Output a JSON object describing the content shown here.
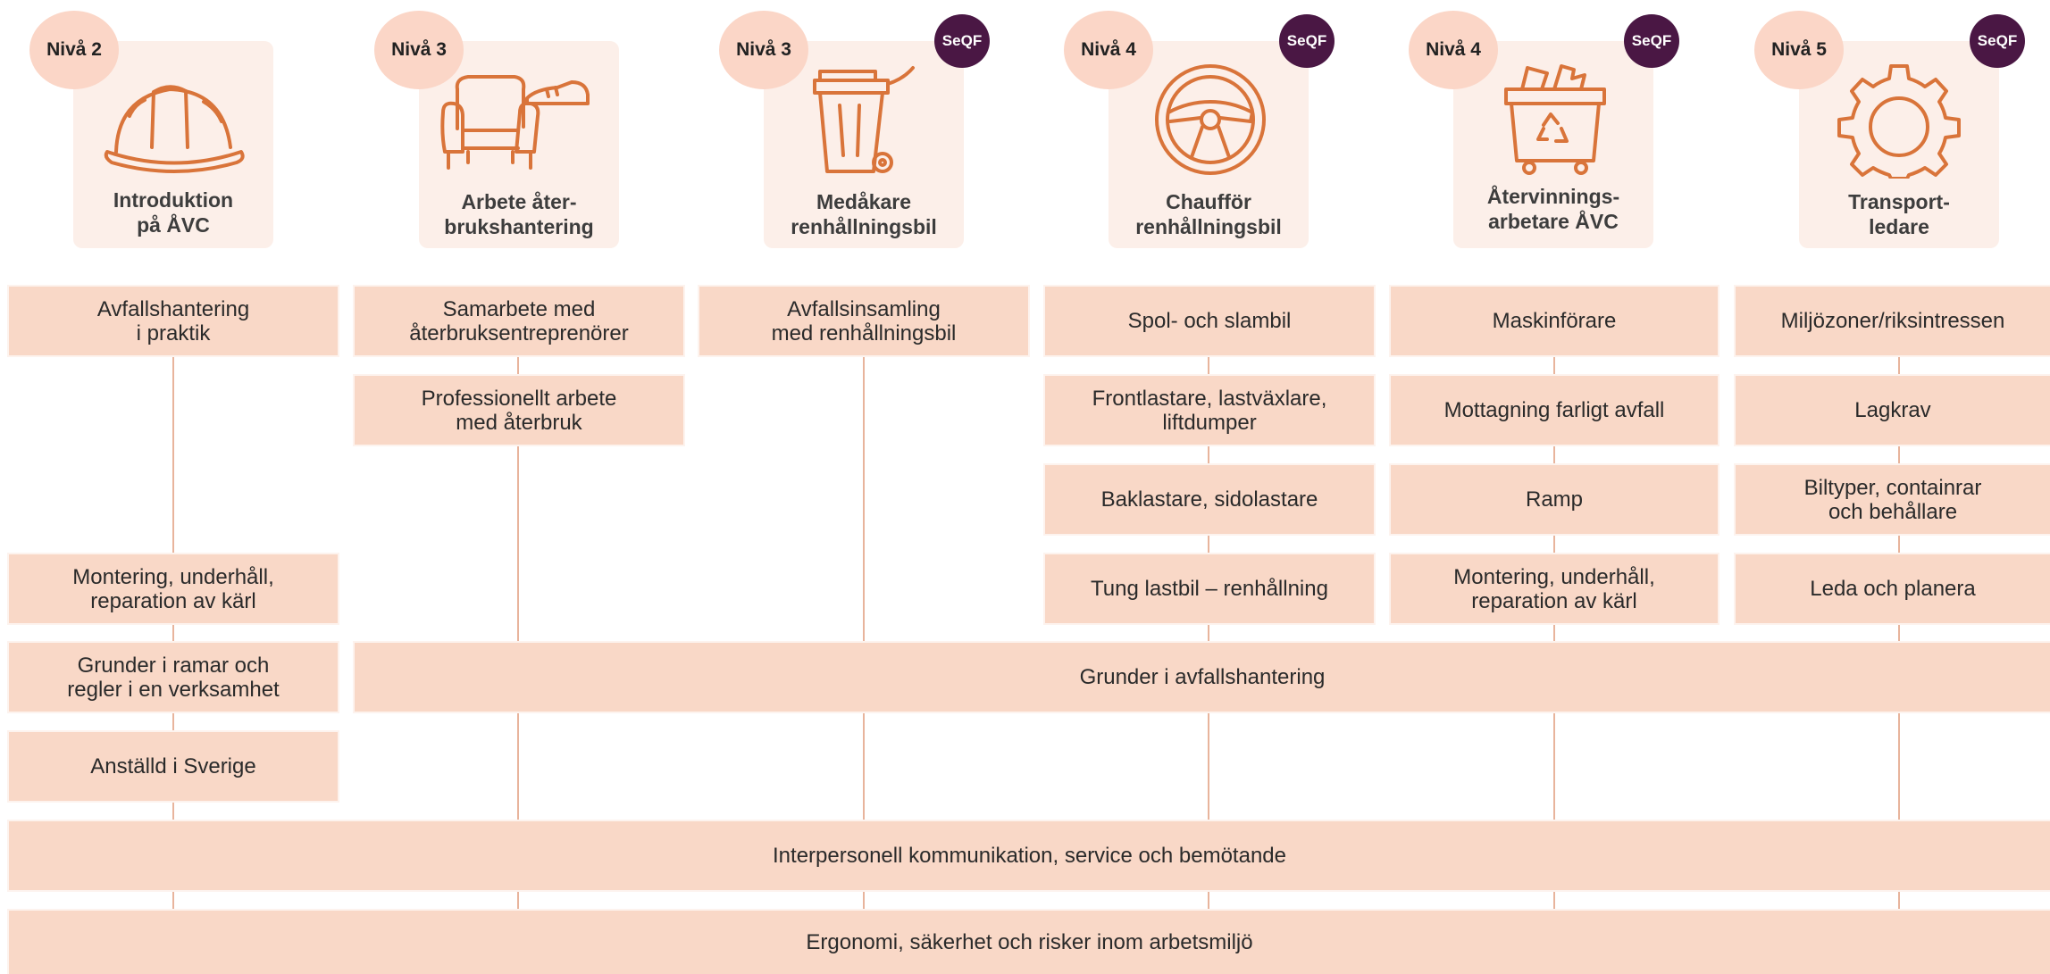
{
  "colors": {
    "card_bg": "#fcefe9",
    "level_bg": "#fbd6c7",
    "seqf_bg": "#4a1744",
    "box_bg": "#f9d8c7",
    "icon_stroke": "#d9743a",
    "line": "#e8b49c"
  },
  "seqf_label": "SeQF",
  "columns": [
    {
      "level": "Nivå 2",
      "title": "Introduktion\npå ÅVC",
      "icon": "hard-hat-icon",
      "seqf": false
    },
    {
      "level": "Nivå 3",
      "title": "Arbete åter-\nbrukshantering",
      "icon": "armchair-shoe-icon",
      "seqf": false
    },
    {
      "level": "Nivå 3",
      "title": "Medåkare\nrenhållningsbil",
      "icon": "wheelie-bin-icon",
      "seqf": true
    },
    {
      "level": "Nivå 4",
      "title": "Chaufför\nrenhållningsbil",
      "icon": "steering-wheel-icon",
      "seqf": true
    },
    {
      "level": "Nivå 4",
      "title": "Återvinnings-\narbetare ÅVC",
      "icon": "recycling-container-icon",
      "seqf": true
    },
    {
      "level": "Nivå 5",
      "title": "Transport-\nledare",
      "icon": "gear-icon",
      "seqf": true
    }
  ],
  "boxes": {
    "c1": [
      "Avfallshantering\ni praktik",
      "Montering, underhåll,\nreparation av kärl",
      "Grunder i ramar och\nregler i en verksamhet",
      "Anställd i Sverige"
    ],
    "c2": [
      "Samarbete med\nåterbruksentreprenörer",
      "Professionellt arbete\nmed återbruk"
    ],
    "c3": [
      "Avfallsinsamling\nmed renhållningsbil"
    ],
    "c4": [
      "Spol- och slambil",
      "Frontlastare, lastväxlare,\nliftdumper",
      "Baklastare, sidolastare",
      "Tung lastbil – renhållning"
    ],
    "c5": [
      "Maskinförare",
      "Mottagning farligt avfall",
      "Ramp",
      "Montering, underhåll,\nreparation av kärl"
    ],
    "c6": [
      "Miljözoner/riksintressen",
      "Lagkrav",
      "Biltyper, containrar\noch behållare",
      "Leda och planera"
    ]
  },
  "wide": {
    "grunder": "Grunder i avfallshantering",
    "interpersonell": "Interpersonell kommunikation, service och bemötande",
    "ergonomi": "Ergonomi, säkerhet och risker inom arbetsmiljö"
  }
}
